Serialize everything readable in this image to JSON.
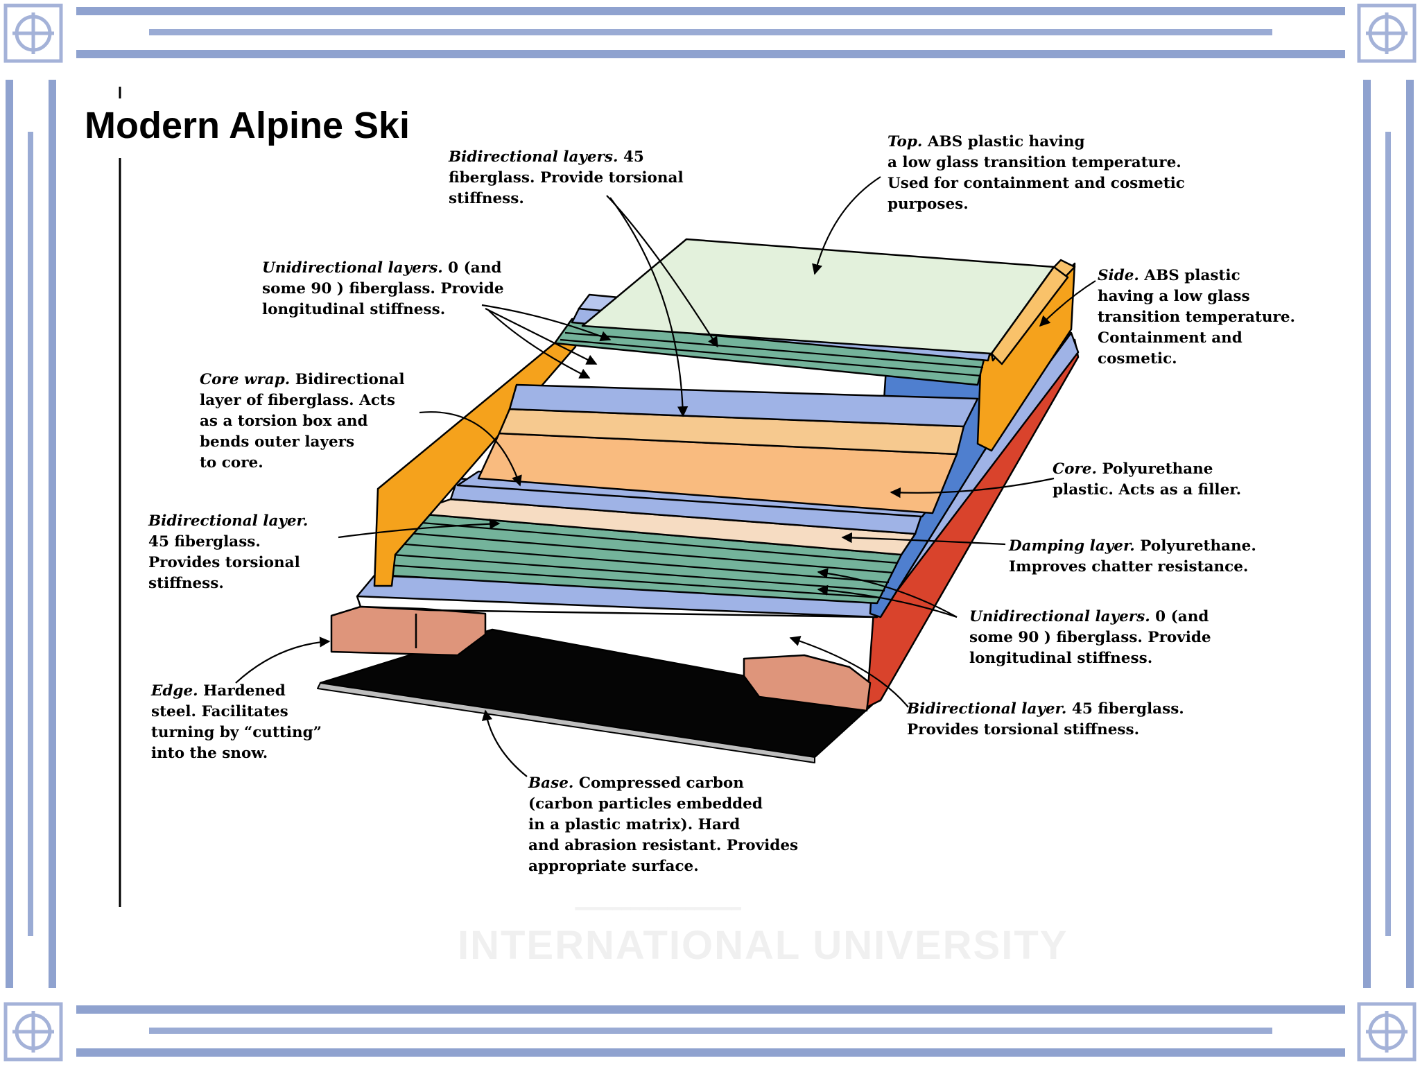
{
  "slide": {
    "title": "Modern Alpine Ski",
    "watermark_text": "INTERNATIONAL UNIVERSITY"
  },
  "colors": {
    "frame_blue": "#8fa2cf",
    "top_layer": "#e3f1dc",
    "fiberglass_blue": "#9fb3e6",
    "unidirectional_green": "#74b39b",
    "core": "#f9bb7f",
    "side": "#f5a21c",
    "edge": "#de957b",
    "base": "#050505",
    "side_red": "#d9432c"
  },
  "labels": {
    "bidirectional_top": {
      "term": "Bidirectional layers.",
      "lines": [
        "Bidirectional layers. 45",
        "fiberglass. Provide torsional",
        "stiffness."
      ]
    },
    "top": {
      "term": "Top.",
      "lines": [
        "Top. ABS plastic having",
        "a low glass transition temperature.",
        "Used for containment and cosmetic",
        "purposes."
      ]
    },
    "unidirectional_top": {
      "term": "Unidirectional layers.",
      "lines": [
        "Unidirectional layers. 0  (and",
        "some 90 ) fiberglass. Provide",
        "longitudinal stiffness."
      ]
    },
    "side": {
      "term": "Side.",
      "lines": [
        "Side. ABS plastic",
        "having a low glass",
        "transition temperature.",
        "Containment and",
        "cosmetic."
      ]
    },
    "core_wrap": {
      "term": "Core wrap.",
      "lines": [
        "Core wrap. Bidirectional",
        "layer of fiberglass. Acts",
        "as a torsion box and",
        "bends outer layers",
        "to core."
      ]
    },
    "core": {
      "term": "Core.",
      "lines": [
        "Core. Polyurethane",
        "plastic. Acts as a filler."
      ]
    },
    "bidirectional_left": {
      "term": "Bidirectional layer.",
      "lines": [
        "Bidirectional layer.",
        "45  fiberglass.",
        "Provides torsional",
        "stiffness."
      ]
    },
    "damping": {
      "term": "Damping layer.",
      "lines": [
        "Damping layer. Polyurethane.",
        "Improves chatter resistance."
      ]
    },
    "unidirectional_bottom": {
      "term": "Unidirectional layers.",
      "lines": [
        "Unidirectional layers.  0  (and",
        "some 90 ) fiberglass. Provide",
        "longitudinal  stiffness."
      ]
    },
    "edge": {
      "term": "Edge.",
      "lines": [
        "Edge. Hardened",
        "steel. Facilitates",
        "turning by “cutting”",
        "into the snow."
      ]
    },
    "bidirectional_bottom": {
      "term": "Bidirectional layer.",
      "lines": [
        "Bidirectional layer.   45  fiberglass.",
        "Provides torsional stiffness."
      ]
    },
    "base": {
      "term": "Base.",
      "lines": [
        "Base. Compressed carbon",
        "(carbon particles embedded",
        "in a plastic matrix). Hard",
        "and abrasion resistant. Provides",
        "appropriate surface."
      ]
    }
  }
}
